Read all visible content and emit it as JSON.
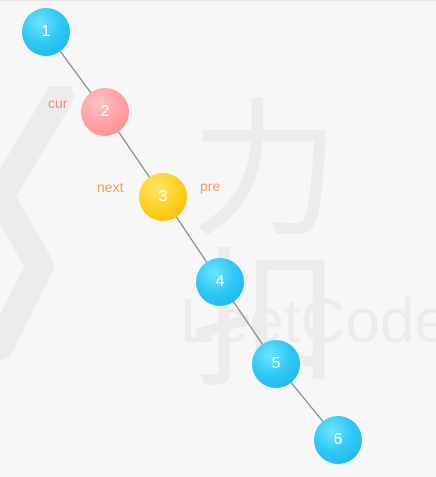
{
  "colors": {
    "default_node": "#2ec7f5",
    "cur_node": "#ffa0a3",
    "next_node": "#ffcf1f",
    "edge": "#8a8a8a",
    "cur_label": "#f08a8a",
    "next_label": "#f6a048",
    "pre_label": "#f6a048"
  },
  "nodes": [
    {
      "value": "1",
      "state": "default"
    },
    {
      "value": "2",
      "state": "cur"
    },
    {
      "value": "3",
      "state": "next"
    },
    {
      "value": "4",
      "state": "default"
    },
    {
      "value": "5",
      "state": "default"
    },
    {
      "value": "6",
      "state": "default"
    }
  ],
  "pointers": {
    "cur": "cur",
    "next": "next",
    "pre": "pre"
  },
  "watermark": {
    "logo_text": "力扣",
    "brand_text": "LeetCode"
  }
}
